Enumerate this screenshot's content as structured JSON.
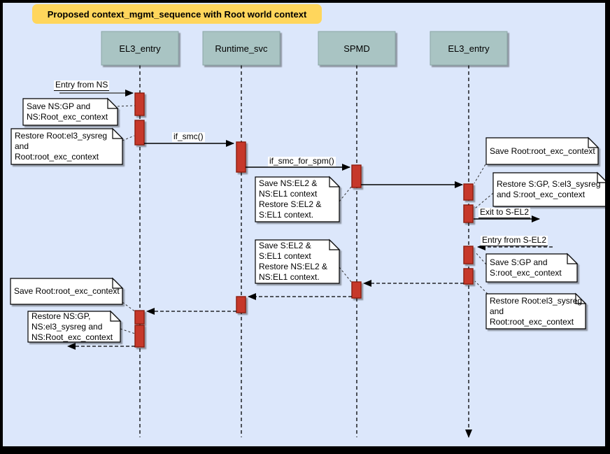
{
  "title": "Proposed context_mgmt_sequence with Root world context",
  "lifelines": [
    {
      "id": "el3-entry-1",
      "label": "EL3_entry"
    },
    {
      "id": "runtime-svc",
      "label": "Runtime_svc"
    },
    {
      "id": "spmd",
      "label": "SPMD"
    },
    {
      "id": "el3-entry-2",
      "label": "EL3_entry"
    }
  ],
  "messages": {
    "entry_from_ns": "Entry from NS",
    "if_smc": "if_smc()",
    "if_smc_for_spm": "if_smc_for_spm()",
    "exit_to_sel2": "Exit to S-EL2",
    "entry_from_sel2": "Entry from S-EL2"
  },
  "notes": {
    "save_ns_gp": "Save NS:GP and\nNS:Root_exc_context",
    "restore_root_1": "Restore Root:el3_sysreg\nand\nRoot:root_exc_context",
    "save_ns_el2": "Save NS:EL2 &\nNS:EL1 context\nRestore S:EL2 &\nS:EL1 context.",
    "save_root_right": "Save Root:root_exc_context",
    "restore_s_gp": "Restore S:GP, S:el3_sysreg\nand S:root_exc_context",
    "save_s_gp": "Save S:GP and\nS:root_exc_context",
    "restore_root_2": "Restore Root:el3_sysreg\nand\nRoot:root_exc_context",
    "save_s_el2": "Save S:EL2 &\nS:EL1 context\nRestore NS:EL2 &\nNS:EL1 context.",
    "save_root_left": "Save Root:root_exc_context",
    "restore_ns_gp": "Restore NS:GP,\nNS:el3_sysreg and\nNS:Root_exc_context"
  },
  "colors": {
    "background": "#dce7fb",
    "frame": "#000000",
    "header_fill": "#a9c4c3",
    "header_stroke": "#8aa6a6",
    "bar_fill": "#c6392c",
    "bar_stroke": "#8c1d10",
    "title_fill": "#ffd65c",
    "note_fill": "#ffffff",
    "line": "#000000"
  }
}
